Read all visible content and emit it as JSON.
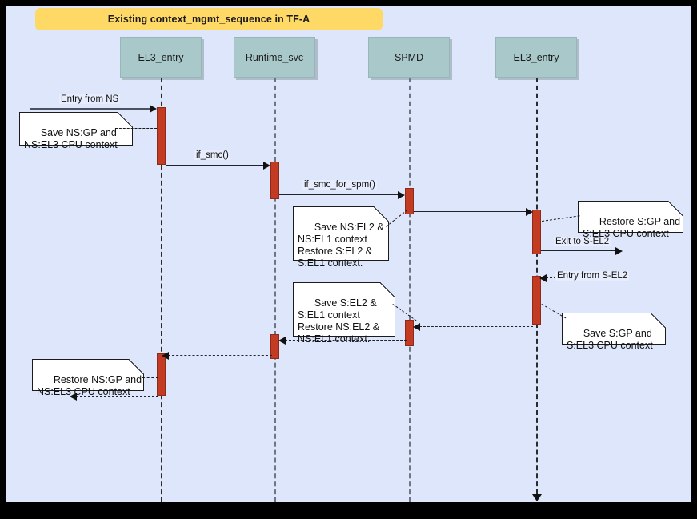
{
  "diagram": {
    "title": "Existing context_mgmt_sequence in TF-A",
    "type": "uml-sequence-diagram",
    "colors": {
      "canvas_background": "#dde6fb",
      "outer_border": "#000000",
      "title_banner": "#ffd966",
      "lifeline_header": "#a9c8c9",
      "activation_bar": "#c33b23",
      "note_background": "#ffffff",
      "line": "#20232a"
    },
    "lifelines": [
      {
        "id": "el3_entry_left",
        "label": "EL3_entry"
      },
      {
        "id": "runtime_svc",
        "label": "Runtime_svc"
      },
      {
        "id": "spmd",
        "label": "SPMD"
      },
      {
        "id": "el3_entry_right",
        "label": "EL3_entry"
      }
    ],
    "messages": [
      {
        "id": "m1",
        "label": "Entry from NS",
        "style": "solid",
        "direction": "right"
      },
      {
        "id": "m2",
        "label": "if_smc()",
        "style": "solid",
        "direction": "right"
      },
      {
        "id": "m3",
        "label": "if_smc_for_spm()",
        "style": "solid",
        "direction": "right"
      },
      {
        "id": "m4",
        "label": "",
        "style": "solid",
        "direction": "right"
      },
      {
        "id": "m5",
        "label": "Exit to S-EL2",
        "style": "solid",
        "direction": "right"
      },
      {
        "id": "m6",
        "label": "Entry from S-EL2",
        "style": "dashed",
        "direction": "left"
      },
      {
        "id": "m7",
        "label": "",
        "style": "dashed",
        "direction": "left"
      },
      {
        "id": "m8",
        "label": "",
        "style": "dashed",
        "direction": "left"
      },
      {
        "id": "m9",
        "label": "",
        "style": "dashed",
        "direction": "left"
      }
    ],
    "notes": [
      {
        "id": "n1",
        "text": "Save NS:GP and\nNS:EL3 CPU context"
      },
      {
        "id": "n2",
        "text": "Save NS:EL2 &\nNS:EL1 context\nRestore S:EL2 &\nS:EL1 context."
      },
      {
        "id": "n3",
        "text": "Restore S:GP and\nS:EL3 CPU context"
      },
      {
        "id": "n4",
        "text": "Save S:EL2 &\nS:EL1 context\nRestore NS:EL2 &\nNS:EL1 context."
      },
      {
        "id": "n5",
        "text": "Save S:GP and\nS:EL3 CPU context"
      },
      {
        "id": "n6",
        "text": "Restore NS:GP and\nNS:EL3 CPU context"
      }
    ]
  }
}
